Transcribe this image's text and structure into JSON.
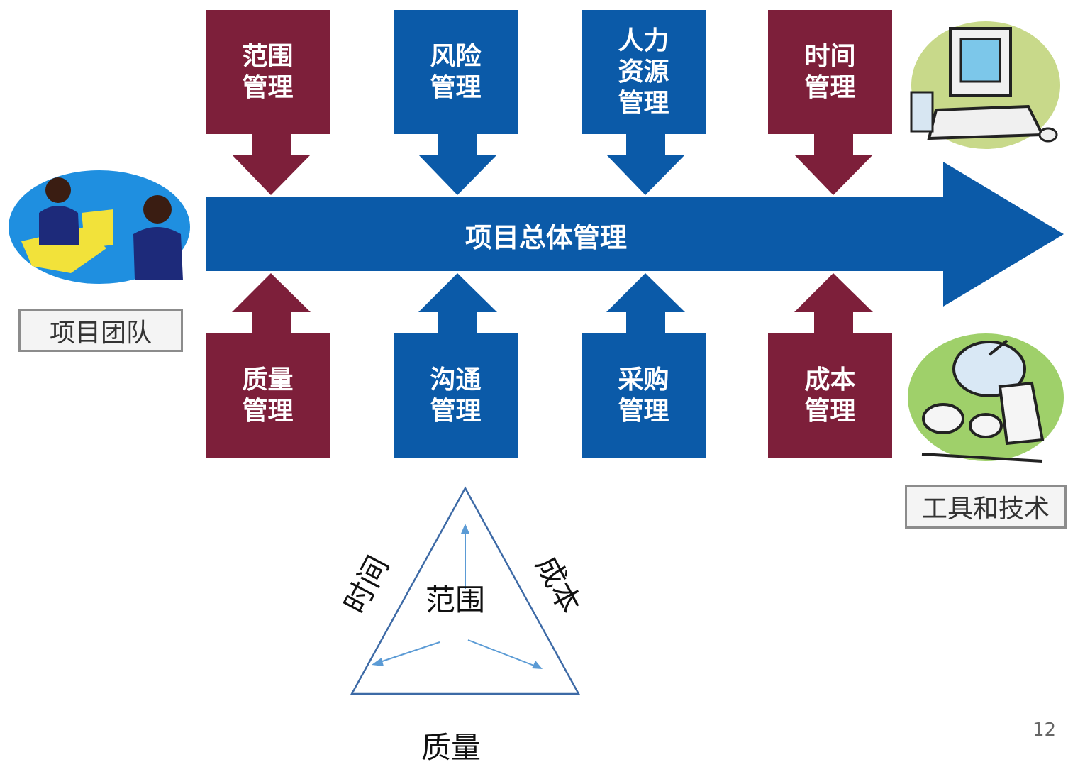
{
  "center_label": "项目总体管理",
  "top_boxes": [
    {
      "lines": [
        "范围",
        "管理"
      ],
      "color": "#7d1f3a"
    },
    {
      "lines": [
        "风险",
        "管理"
      ],
      "color": "#0b5aa8"
    },
    {
      "lines": [
        "人力",
        "资源",
        "管理"
      ],
      "color": "#0b5aa8"
    },
    {
      "lines": [
        "时间",
        "管理"
      ],
      "color": "#7d1f3a"
    }
  ],
  "bottom_boxes": [
    {
      "lines": [
        "质量",
        "管理"
      ],
      "color": "#7d1f3a"
    },
    {
      "lines": [
        "沟通",
        "管理"
      ],
      "color": "#0b5aa8"
    },
    {
      "lines": [
        "采购",
        "管理"
      ],
      "color": "#0b5aa8"
    },
    {
      "lines": [
        "成本",
        "管理"
      ],
      "color": "#7d1f3a"
    }
  ],
  "captions": {
    "team": "项目团队",
    "tools": "工具和技术"
  },
  "triangle": {
    "center": "范围",
    "left": "时间",
    "right": "成本",
    "bottom": "质量"
  },
  "page_number": "12",
  "colors": {
    "maroon": "#7d1f3a",
    "blue": "#0b5aa8",
    "triangle_stroke": "#3d6aa6",
    "triangle_arrows": "#5b9bd5"
  },
  "icons": [
    "team-meeting-icon",
    "computer-icon",
    "satellite-dish-icon"
  ]
}
